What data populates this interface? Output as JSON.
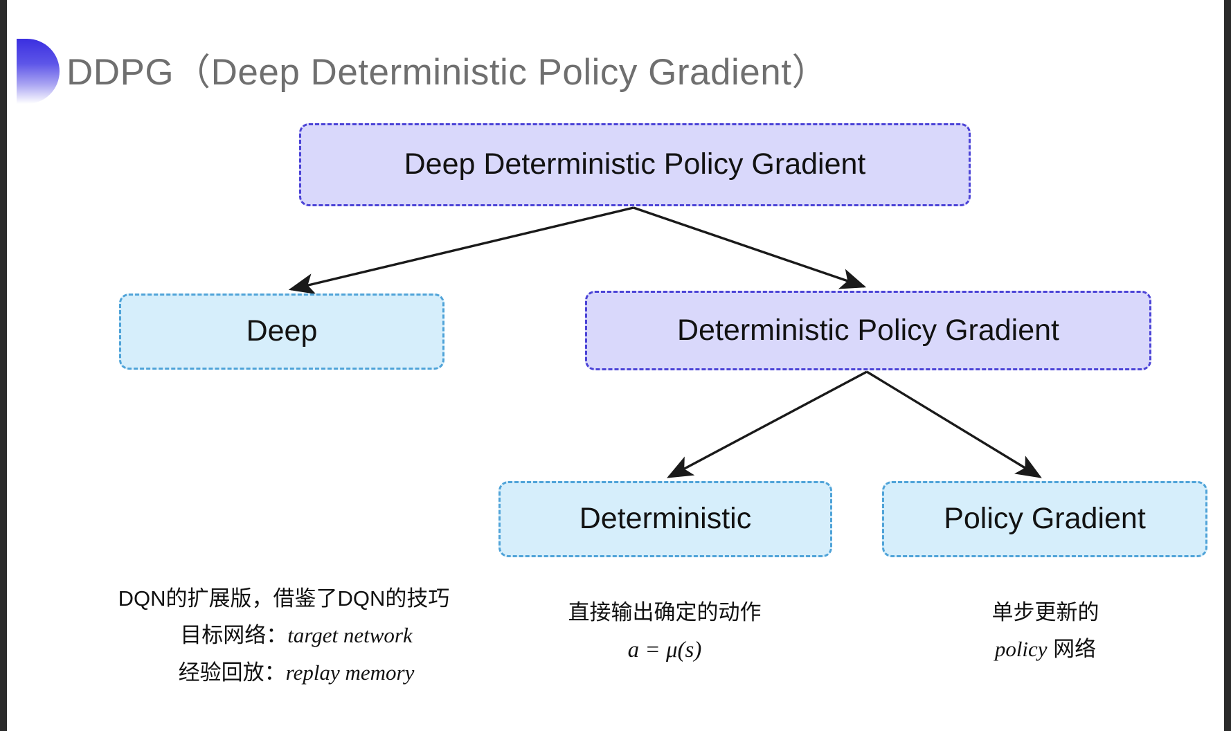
{
  "slide": {
    "title": "DDPG（Deep Deterministic Policy Gradient）",
    "background_color": "#ffffff"
  },
  "palette": {
    "purple_fill": "#d9d8fb",
    "purple_border": "#4b43d6",
    "cyan_fill": "#d6eefb",
    "cyan_border": "#4fa3d8",
    "title_color": "#6f6f6f",
    "bullet_gradient_from": "#3b2fe0",
    "bullet_gradient_to": "#ffffff",
    "arrow_color": "#1a1a1a",
    "text_color": "#111111"
  },
  "diagram": {
    "nodes": {
      "root": {
        "label": "Deep Deterministic Policy Gradient",
        "style": "purple"
      },
      "deep": {
        "label": "Deep",
        "style": "cyan"
      },
      "dpg": {
        "label": "Deterministic Policy Gradient",
        "style": "purple"
      },
      "deterministic": {
        "label": "Deterministic",
        "style": "cyan"
      },
      "policy_gradient": {
        "label": "Policy Gradient",
        "style": "cyan"
      }
    },
    "edges": [
      {
        "from": "root",
        "to": "deep"
      },
      {
        "from": "root",
        "to": "dpg"
      },
      {
        "from": "dpg",
        "to": "deterministic"
      },
      {
        "from": "dpg",
        "to": "policy_gradient"
      }
    ]
  },
  "captions": {
    "deep": {
      "line1": "DQN的扩展版，借鉴了DQN的技巧",
      "line2_cn": "目标网络：",
      "line2_en": "target network",
      "line3_cn": "经验回放：",
      "line3_en": "replay memory"
    },
    "deterministic": {
      "line1": "直接输出确定的动作",
      "formula": "a = μ(s)"
    },
    "policy_gradient": {
      "line1": "单步更新的",
      "line2_en": "policy",
      "line2_cn": " 网络"
    }
  }
}
